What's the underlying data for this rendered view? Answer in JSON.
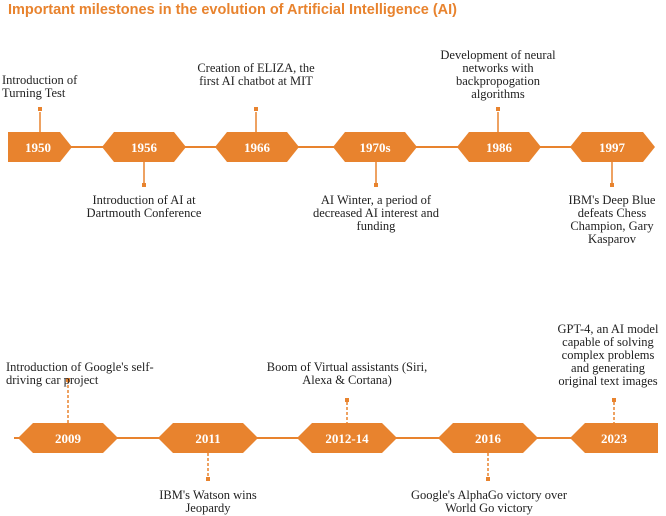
{
  "title": "Important milestones in the evolution of Artificial Intelligence (AI)",
  "colors": {
    "accent": "#E8832E",
    "text": "#222222",
    "background": "#ffffff"
  },
  "timeline_1": {
    "years": [
      "1950",
      "1956",
      "1966",
      "1970s",
      "1986",
      "1997"
    ],
    "events": [
      "Introduction of Turning Test",
      "Introduction of AI at Dartmouth Conference",
      "Creation of ELIZA, the first AI chatbot at MIT",
      "AI Winter, a period of decreased AI interest and funding",
      "Development of neural networks with backpropogation algorithms",
      "IBM's Deep Blue defeats Chess Champion, Gary Kasparov"
    ]
  },
  "timeline_2": {
    "years": [
      "2009",
      "2011",
      "2012-14",
      "2016",
      "2023"
    ],
    "events": [
      "Introduction of Google's self-driving car project",
      "IBM's Watson wins Jeopardy",
      "Boom of Virtual assistants (Siri, Alexa & Cortana)",
      "Google's AlphaGo victory over World Go victory",
      "GPT-4, an AI model capable of solving complex problems and generating original text images"
    ]
  }
}
